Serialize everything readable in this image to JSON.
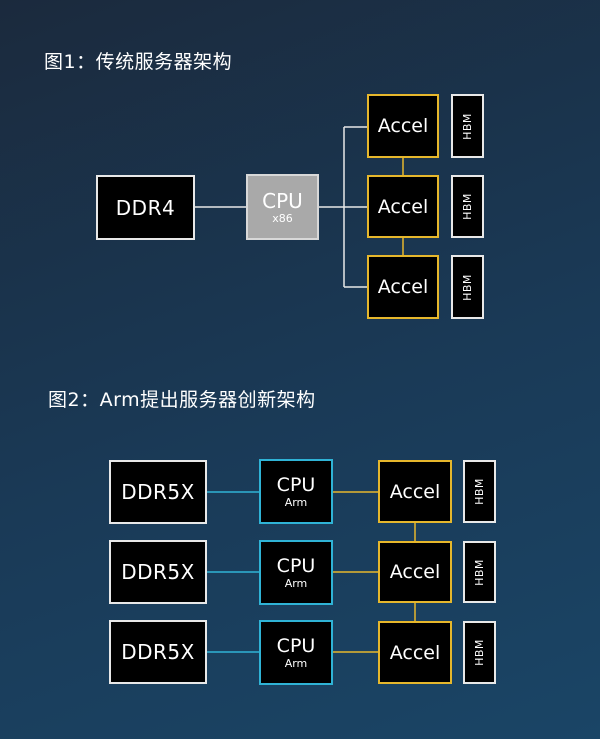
{
  "fig1": {
    "title": "图1：传统服务器架构",
    "ddr_label": "DDR4",
    "cpu": {
      "label": "CPU",
      "sub": "x86"
    },
    "accel_label": "Accel",
    "hbm_label": "HBM"
  },
  "fig2": {
    "title": "图2：Arm提出服务器创新架构",
    "ddr_label": "DDR5X",
    "cpu": {
      "label": "CPU",
      "sub": "Arm"
    },
    "accel_label": "Accel",
    "hbm_label": "HBM"
  },
  "colors": {
    "cpu_link": "#2fb3d6",
    "accel_link": "#e6b72c",
    "fig1_link": "#e8e8e8"
  }
}
